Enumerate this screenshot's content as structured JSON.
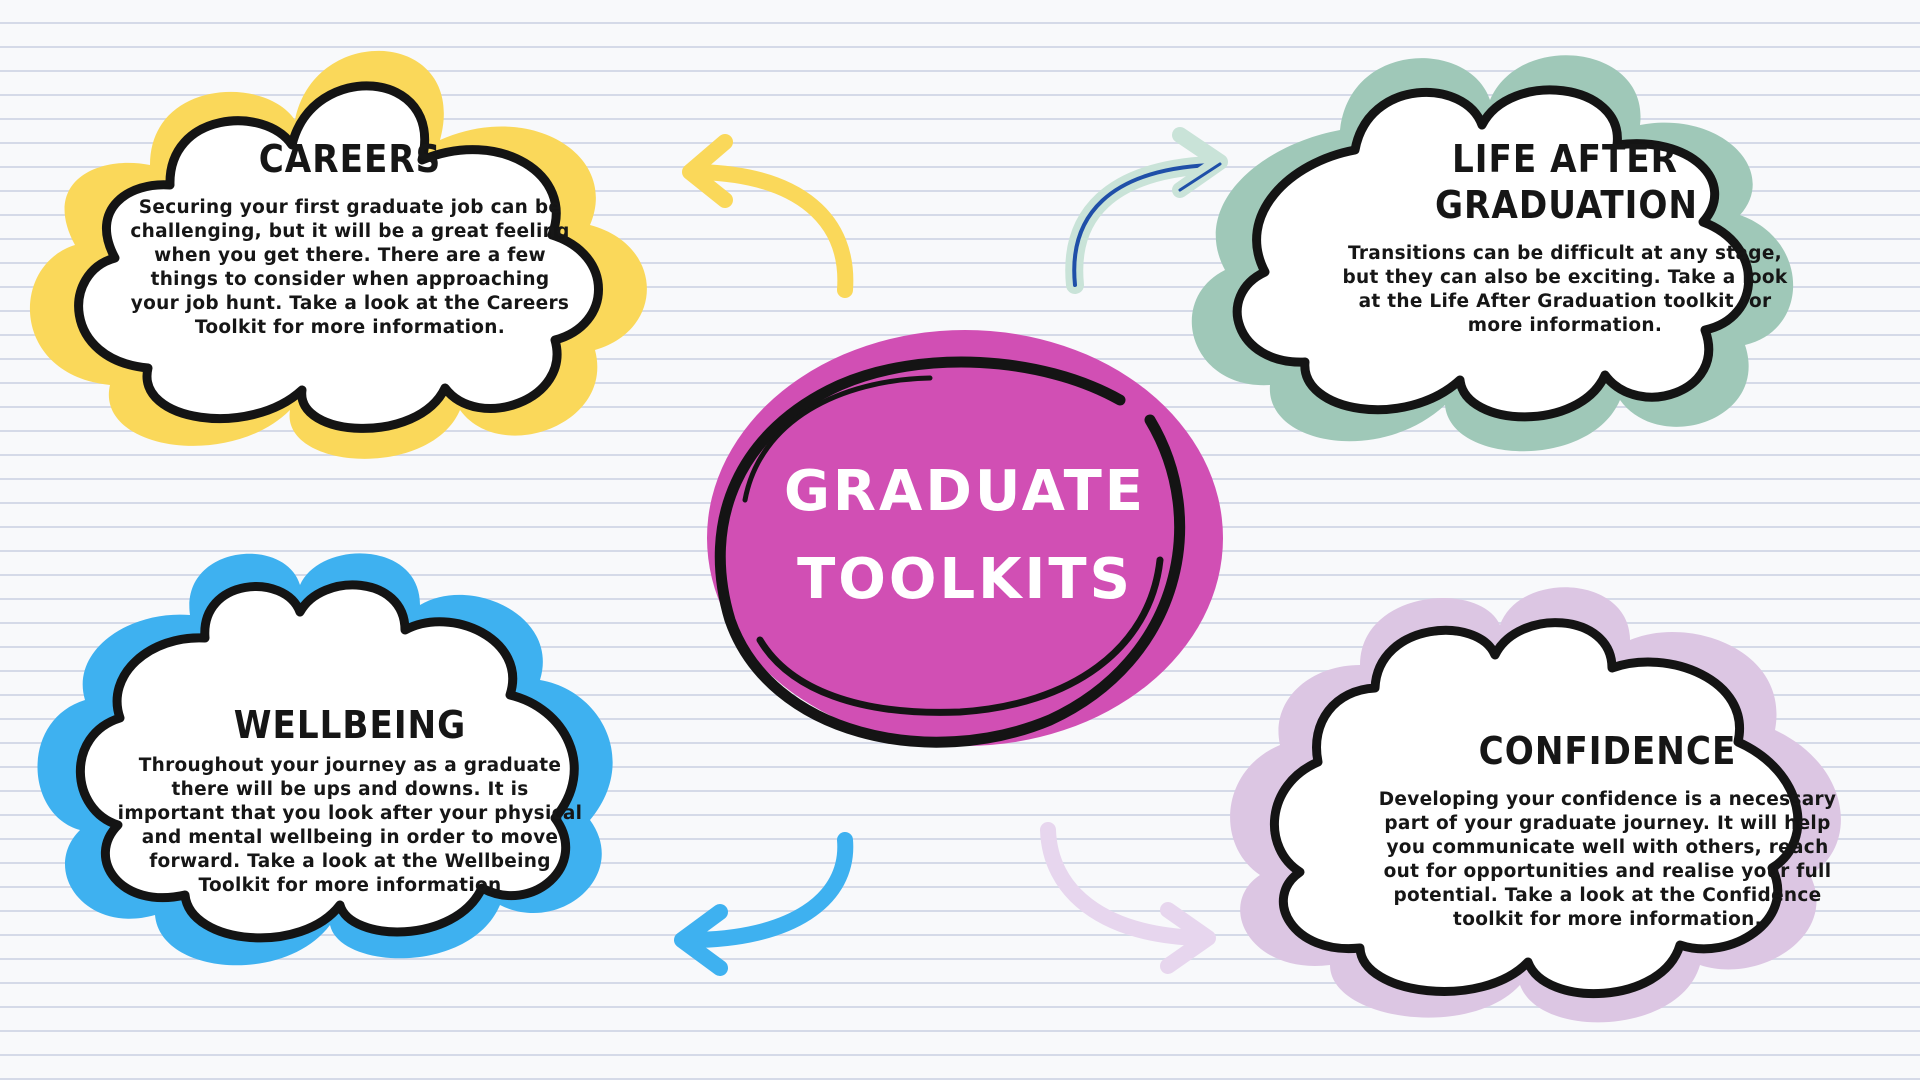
{
  "center": {
    "line1": "GRADUATE",
    "line2": "TOOLKITS",
    "color": "#d14fb4"
  },
  "toolkits": [
    {
      "id": "careers",
      "title": "CAREERS",
      "body": "Securing your first graduate job can be challenging, but it will be a great feeling when you get there. There are a few things to consider when approaching your job hunt. Take a look at the Careers Toolkit for more information.",
      "color": "#fad85a"
    },
    {
      "id": "life-after-graduation",
      "title": "LIFE AFTER GRADUATION",
      "body": "Transitions can be difficult at any stage, but they can also be exciting. Take a look at the Life After Graduation toolkit for more information.",
      "color": "#9fc8b8"
    },
    {
      "id": "wellbeing",
      "title": "WELLBEING",
      "body": "Throughout your journey as a graduate there will be ups and downs. It is important that you look after your physical and mental wellbeing in order to move forward. Take a look at the Wellbeing Toolkit for more information",
      "color": "#3eb1f0"
    },
    {
      "id": "confidence",
      "title": "CONFIDENCE",
      "body": "Developing your confidence is a necessary part of your graduate journey. It will help you communicate well with others, reach out for opportunities and realise your full potential. Take a look at the Confidence toolkit for more information.",
      "color": "#dcc6e3"
    }
  ],
  "arrow_colors": {
    "top_left": "#fad85a",
    "top_right": "#c9e3d8",
    "top_right_accent": "#1f4fa8",
    "bottom_left": "#3eb1f0",
    "bottom_right": "#e7d6ee"
  }
}
